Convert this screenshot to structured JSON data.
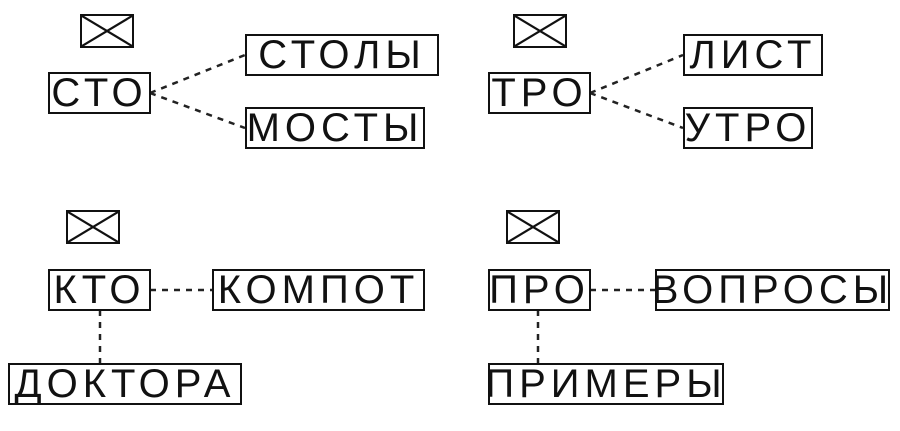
{
  "groups": [
    {
      "source": "СТО",
      "targets": [
        "СТОЛЫ",
        "МОСТЫ"
      ]
    },
    {
      "source": "ТРО",
      "targets": [
        "ЛИСТ",
        "УТРО"
      ]
    },
    {
      "source": "КТО",
      "targets": [
        "КОМПОТ",
        "ДОКТОРА"
      ]
    },
    {
      "source": "ПРО",
      "targets": [
        "ВОПРОСЫ",
        "ПРИМЕРЫ"
      ]
    }
  ],
  "icons": [
    "envelope-icon",
    "envelope-icon",
    "envelope-icon",
    "envelope-icon"
  ]
}
